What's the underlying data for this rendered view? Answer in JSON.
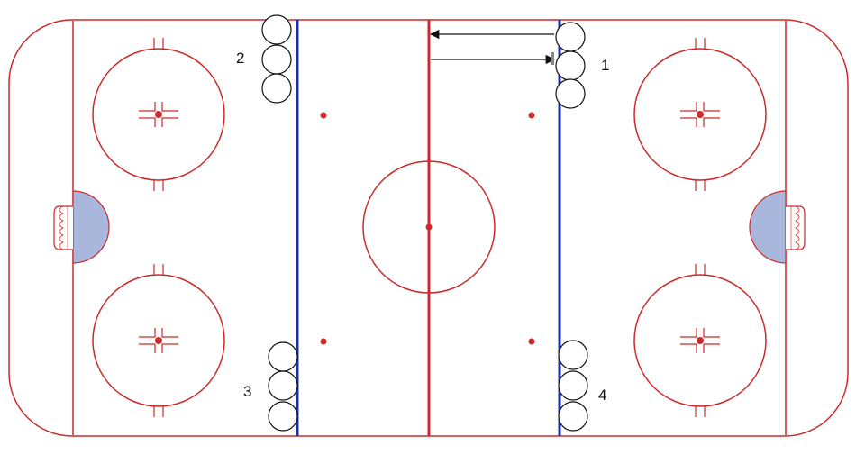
{
  "colors": {
    "rink_red": "#cc2a2a",
    "blue_line": "#1a2fa8",
    "goal_crease": "#a9b7dc",
    "player_stroke": "#111111",
    "background": "#ffffff"
  },
  "player_groups": [
    {
      "id": "group-1",
      "label": "1",
      "count": 3
    },
    {
      "id": "group-2",
      "label": "2",
      "count": 3
    },
    {
      "id": "group-3",
      "label": "3",
      "count": 3
    },
    {
      "id": "group-4",
      "label": "4",
      "count": 3
    }
  ]
}
